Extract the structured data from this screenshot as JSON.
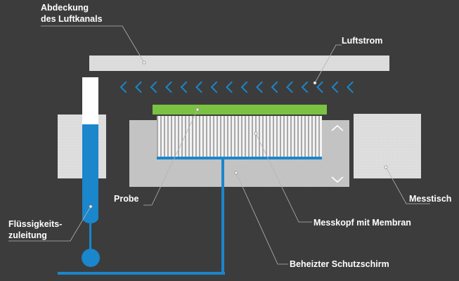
{
  "labels": {
    "cover_line1": "Abdeckung",
    "cover_line2": "des Luftkanals",
    "airflow": "Luftstrom",
    "sample": "Probe",
    "measuring_table": "Messtisch",
    "fluid_line1": "Flüssigkeits-",
    "fluid_line2": "zuleitung",
    "measuring_head": "Messkopf mit Membran",
    "heated_shield": "Beheizter Schutzschirm"
  },
  "colors": {
    "background": "#3c3c3c",
    "cover": "#dcdcdc",
    "table": "#dedede",
    "shield": "#c6c6c6",
    "sample": "#7cc242",
    "fluid": "#1a86cc",
    "leader_line": "#b4b4b4"
  },
  "icons": {
    "airflow_arrow": "chevron-left-icon",
    "shield_up": "chevron-up-icon",
    "shield_down": "chevron-down-icon"
  }
}
